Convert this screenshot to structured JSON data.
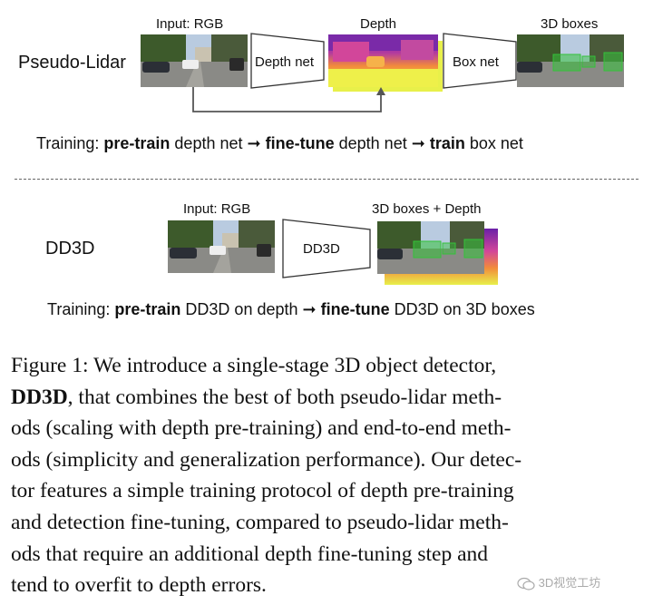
{
  "pseudo_lidar": {
    "row_label": "Pseudo-Lidar",
    "input_label": "Input: RGB",
    "depth_label": "Depth",
    "boxes_label": "3D boxes",
    "depth_net_label": "Depth net",
    "box_net_label": "Box net",
    "training": {
      "prefix": "Training:",
      "step1_bold": "pre-train",
      "step1_rest": "depth net",
      "arrow": "➞",
      "step2_bold": "fine-tune",
      "step2_rest": "depth net",
      "step3_bold": "train",
      "step3_rest": "box net"
    }
  },
  "dd3d": {
    "row_label": "DD3D",
    "input_label": "Input: RGB",
    "output_label": "3D boxes + Depth",
    "net_label": "DD3D",
    "training": {
      "prefix": "Training:",
      "step1_bold": "pre-train",
      "step1_rest": "DD3D on depth",
      "arrow": "➞",
      "step2_bold": "fine-tune",
      "step2_rest": "DD3D on 3D boxes"
    }
  },
  "caption": {
    "line1_prefix": "Figure 1:  We introduce a single-stage 3D object detector,",
    "line2_bold": "DD3D",
    "line2_rest": ", that combines the best of both pseudo-lidar meth-",
    "line3": "ods (scaling with depth pre-training) and end-to-end meth-",
    "line4": "ods (simplicity and generalization performance). Our detec-",
    "line5": "tor features a simple training protocol of depth pre-training",
    "line6": "and detection fine-tuning, compared to pseudo-lidar meth-",
    "line7": "ods that require an additional depth fine-tuning step and",
    "line8": "tend to overfit to depth errors."
  },
  "watermark": "3D视觉工坊",
  "colors": {
    "sky": "#b9cbe0",
    "trees": "#3d5a2b",
    "road": "#8a8a86",
    "box_green": "#34c23a",
    "depth_purple": "#6a1fa8",
    "depth_pink": "#d2469a",
    "depth_orange": "#f28b3b",
    "depth_yellow": "#e8f04a"
  },
  "icons": {
    "watermark_icon": "wechat-icon",
    "arrow": "arrow-right-icon"
  }
}
